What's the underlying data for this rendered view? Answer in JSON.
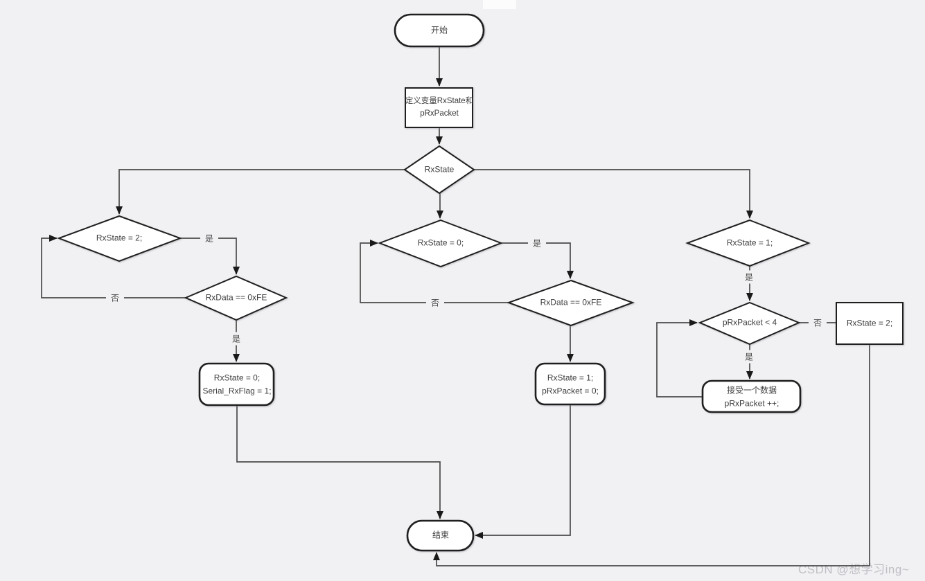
{
  "canvas": {
    "background_color": "#f1f1f3",
    "node_fill": "#ffffff",
    "node_stroke": "#1f1f1f",
    "edge_color": "#4a4a4a",
    "watermark": "CSDN @想学习ing~"
  },
  "nodes": {
    "start": {
      "label": "开始"
    },
    "define": {
      "line1": "定义变量RxState和",
      "line2": "pRxPacket"
    },
    "switch": {
      "label": "RxState"
    },
    "case2": {
      "label": "RxState = 2;"
    },
    "case2_check": {
      "label": "RxData == 0xFE"
    },
    "case2_action": {
      "line1": "RxState = 0;",
      "line2": "Serial_RxFlag = 1;"
    },
    "case0": {
      "label": "RxState = 0;"
    },
    "case0_check": {
      "label": "RxData == 0xFE"
    },
    "case0_action": {
      "line1": "RxState = 1;",
      "line2": "pRxPacket = 0;"
    },
    "case1": {
      "label": "RxState = 1;"
    },
    "case1_check": {
      "label": "pRxPacket < 4"
    },
    "case1_else": {
      "label": "RxState = 2;"
    },
    "case1_action": {
      "line1": "接受一个数据",
      "line2": "pRxPacket ++;"
    },
    "end": {
      "label": "结束"
    }
  },
  "edge_labels": {
    "case2_yes": "是",
    "case2_no": "否",
    "case2_check_yes": "是",
    "case0_yes": "是",
    "case0_no": "否",
    "case1_yes": "是",
    "case1_check_no": "否",
    "case1_check_yes": "是"
  }
}
